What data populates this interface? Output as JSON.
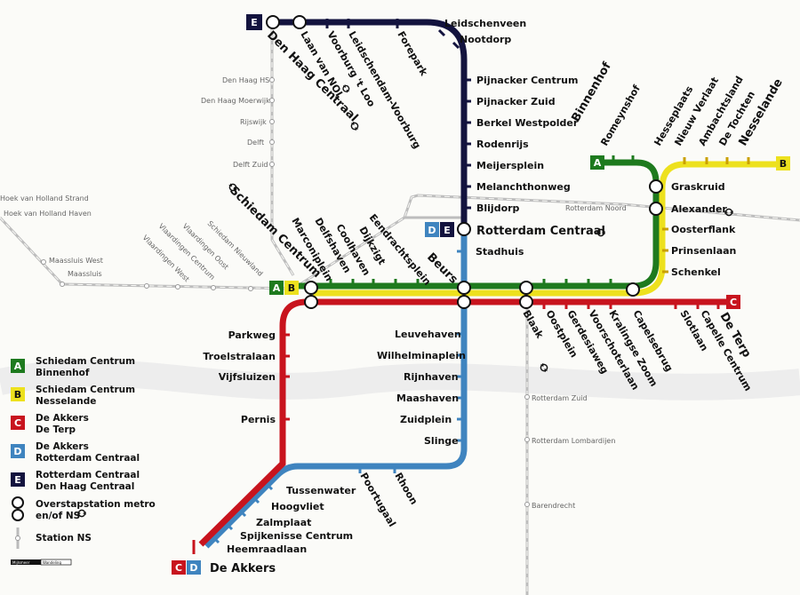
{
  "colors": {
    "line_a": "#1e7a1e",
    "line_b": "#ede11e",
    "line_c": "#c8141e",
    "line_d": "#3f84bf",
    "line_e": "#13133e",
    "ns_rail": "#b9b9b9"
  },
  "line_e": {
    "badge": "E",
    "stations": [
      "Den Haag Centraal",
      "Laan van NOI",
      "Voorburg 't Loo",
      "Leidschendam-Voorburg",
      "Forepark",
      "Leidschenveen",
      "Nootdorp",
      "Pijnacker Centrum",
      "Pijnacker Zuid",
      "Berkel Westpolder",
      "Rodenrijs",
      "Meijersplein",
      "Melanchthonweg",
      "Blijdorp"
    ]
  },
  "central": {
    "name": "Rotterdam Centraal",
    "badges": [
      "D",
      "E"
    ]
  },
  "line_d": {
    "stations": [
      "Stadhuis",
      "Beurs",
      "Leuvehaven",
      "Wilhelminaplein",
      "Rijnhaven",
      "Maashaven",
      "Zuidplein",
      "Slinge",
      "Rhoon",
      "Poortugaal",
      "Tussenwater",
      "Hoogvliet",
      "Zalmplaat",
      "Spijkenisse Centrum",
      "Heemraadlaan",
      "De Akkers"
    ]
  },
  "line_ab_west": {
    "badges": [
      "A",
      "B"
    ],
    "stations": [
      "Schiedam Centrum",
      "Marconiplein",
      "Delfshaven",
      "Coolhaven",
      "Dijkzigt",
      "Eendrachtsplein"
    ]
  },
  "line_c_west": {
    "stations": [
      "Parkweg",
      "Troelstralaan",
      "Vijfsluizen",
      "Pernis"
    ]
  },
  "line_east": {
    "stations": [
      "Blaak",
      "Oostplein",
      "Gerdesiaweg",
      "Voorschoterlaan",
      "Kralingse Zoom",
      "Capelsebrug"
    ]
  },
  "line_c_east": {
    "badge": "C",
    "stations": [
      "Slotlaan",
      "Capelle Centrum",
      "De Terp"
    ]
  },
  "line_a_north": {
    "badge": "A",
    "stations": [
      "Binnenhof",
      "Romeynshof"
    ]
  },
  "line_b_north": {
    "badge": "B",
    "stations": [
      "Hesseplaats",
      "Nieuw Verlaat",
      "Ambachtsland",
      "De Tochten",
      "Nesselande"
    ]
  },
  "line_ab_north": {
    "stations": [
      "Graskruid",
      "Alexander",
      "Oosterflank",
      "Prinsenlaan",
      "Schenkel"
    ]
  },
  "ns_stations": [
    "Den Haag HS",
    "Den Haag Moerwijk",
    "Rijswijk",
    "Delft",
    "Delft Zuid",
    "Hoek van Holland Strand",
    "Hoek van Holland Haven",
    "Maassluis West",
    "Maassluis",
    "Vlaardingen West",
    "Vlaardingen Centrum",
    "Vlaardingen Oost",
    "Schiedam Nieuwland",
    "Rotterdam Noord",
    "Rotterdam Zuid",
    "Rotterdam Lombardijen",
    "Barendrecht"
  ],
  "bottom_badges": [
    "C",
    "D"
  ],
  "legend": {
    "items": [
      {
        "badge": "A",
        "line1": "Schiedam Centrum",
        "line2": "Binnenhof"
      },
      {
        "badge": "B",
        "line1": "Schiedam Centrum",
        "line2": "Nesselande"
      },
      {
        "badge": "C",
        "line1": "De Akkers",
        "line2": "De Terp"
      },
      {
        "badge": "D",
        "line1": "De Akkers",
        "line2": "Rotterdam Centraal"
      },
      {
        "badge": "E",
        "line1": "Rotterdam Centraal",
        "line2": "Den Haag Centraal"
      }
    ],
    "transfer": {
      "line1": "Overstapstation metro",
      "line2": "en/of NS"
    },
    "ns": "Station NS",
    "scale": [
      "Mijlsmeer",
      "Wandeling"
    ]
  }
}
